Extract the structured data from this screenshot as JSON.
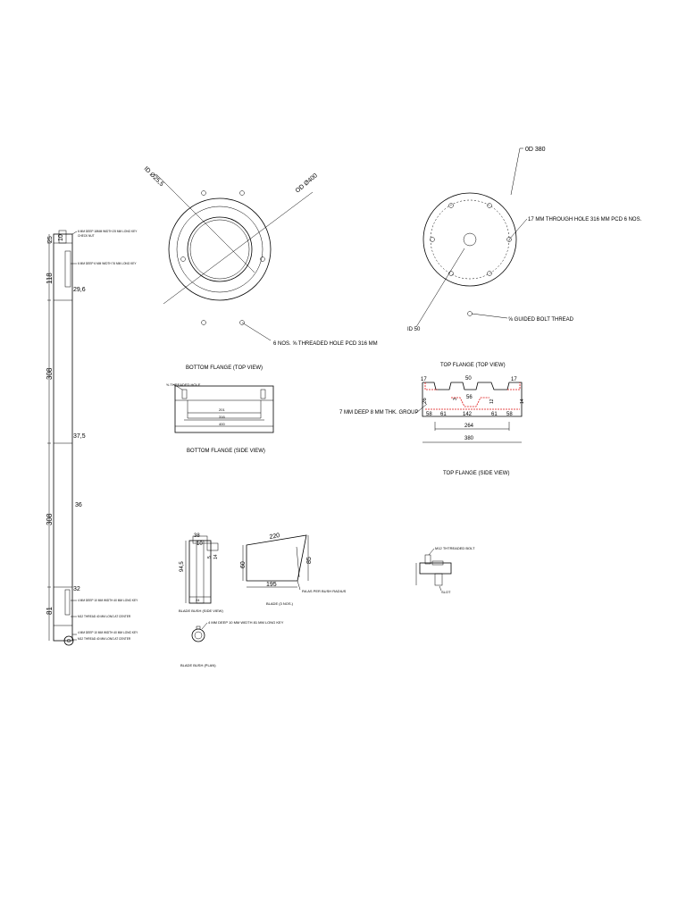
{
  "shaft": {
    "dims": [
      "25",
      "10",
      "118",
      "29,6",
      "308",
      "37,5",
      "36",
      "308",
      "32",
      "81"
    ],
    "notes": [
      "6 MM DEEP 18MM WIDTH 25 MM LONG KEY",
      "CHECK NUT",
      "6 MM DEEP 6 MM WIDTH 76 MM LONG KEY",
      "4 MM DEEP 10 MM WIDTH 40 MM LONG KEY",
      "M12 THREAD 40 MM LONG AT CENTER",
      "4 MM DEEP 10 MM WIDTH 40 MM LONG KEY",
      "M12 THREAD 40 MM LONG AT CENTER"
    ]
  },
  "bottom_flange_top": {
    "id_label": "ID Ø25,5",
    "od_label": "OD Ø400",
    "hole_label": "6 NOS. ⅝ THREADED HOLE PCD 316 MM",
    "title": "BOTTOM FLANGE (TOP VIEW)"
  },
  "top_flange_top": {
    "od_label": "0D 380",
    "hole_label": "17 MM THROUGH HOLE 316 MM PCD 6 NOS.",
    "id_label": "ID 50",
    "bolt_label": "⅝ GUIDED BOLT THREAD",
    "title": "TOP FLANGE (TOP VIEW)"
  },
  "bottom_flange_side": {
    "note": "⅝ THREADED HOLE",
    "dims": [
      "201",
      "316",
      "400"
    ],
    "title": "BOTTOM FLANGE (SIDE VIEW)"
  },
  "top_flange_side": {
    "groove_label": "7 MM DEEP 8 MM THK. GROUP",
    "dims": [
      "17",
      "50",
      "17",
      "26",
      "3",
      "56",
      "12",
      "14",
      "58",
      "61",
      "142",
      "61",
      "58",
      "264",
      "380"
    ],
    "title": "TOP FLANGE (SIDE VIEW)"
  },
  "blade_bush_side": {
    "dims": [
      "38",
      "10",
      "94,5",
      "5",
      "14",
      "24"
    ],
    "title": "BLADE BUSH (SIDE VIEW)"
  },
  "blade": {
    "dims": [
      "220",
      "60",
      "85",
      "195"
    ],
    "note": "RA AS PER BUSH RADIUS",
    "title": "BLADE (3 NOS.)"
  },
  "blade_bush_plan": {
    "note": "4 MM DEEP 10 MM WIDTH 81 MM LONG KEY",
    "title": "BLADE BUSH (PLAN)"
  },
  "bolt_detail": {
    "bolt_label": "M12 THTREADED BOLT",
    "slot_label": "SLOT"
  }
}
